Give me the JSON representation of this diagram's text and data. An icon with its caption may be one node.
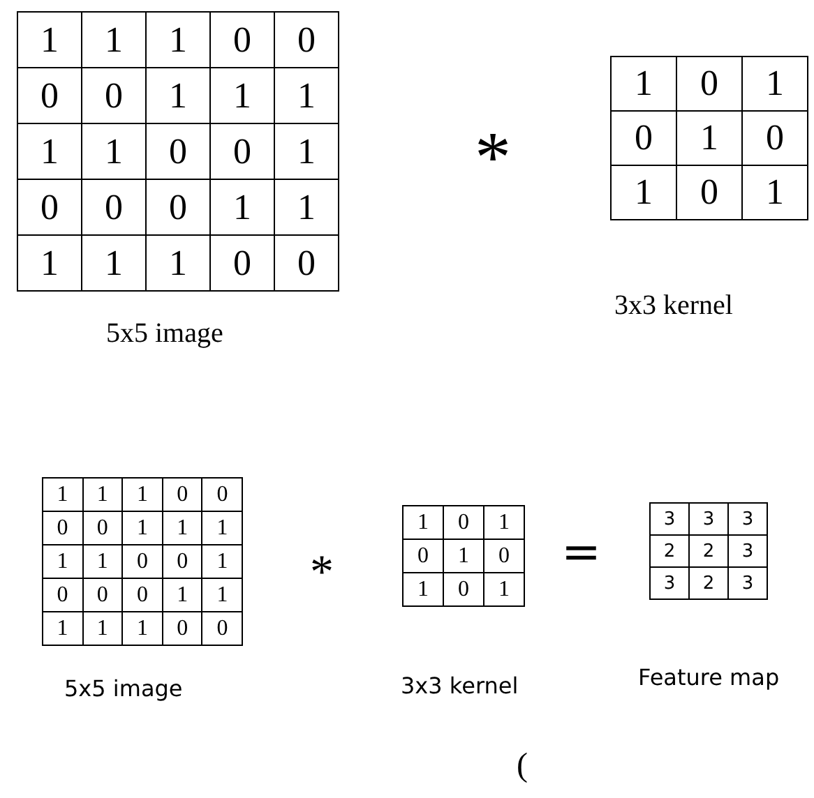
{
  "diagram": {
    "labels": [
      "1",
      "1",
      "1",
      "0",
      "0",
      "0",
      "0",
      "1",
      "1",
      "1",
      "1",
      "1",
      "0",
      "0",
      "1",
      "0",
      "0",
      "0",
      "1",
      "1",
      "1",
      "1",
      "1",
      "0",
      "0",
      "*",
      "1",
      "0",
      "1",
      "0",
      "1",
      "0",
      "1",
      "0",
      "1",
      "3x3 kernel",
      "5x5 image",
      "1",
      "1",
      "1",
      "0",
      "0",
      "0",
      "0",
      "1",
      "1",
      "1",
      "1",
      "1",
      "0",
      "0",
      "1",
      "0",
      "0",
      "0",
      "1",
      "1",
      "1",
      "1",
      "1",
      "0",
      "0",
      "*",
      "1",
      "0",
      "1",
      "0",
      "1",
      "0",
      "1",
      "0",
      "1",
      "=",
      "3",
      "3",
      "3",
      "2",
      "2",
      "3",
      "3",
      "2",
      "3",
      "5x5 image",
      "3x3 kernel",
      "Feature map",
      "("
    ]
  }
}
